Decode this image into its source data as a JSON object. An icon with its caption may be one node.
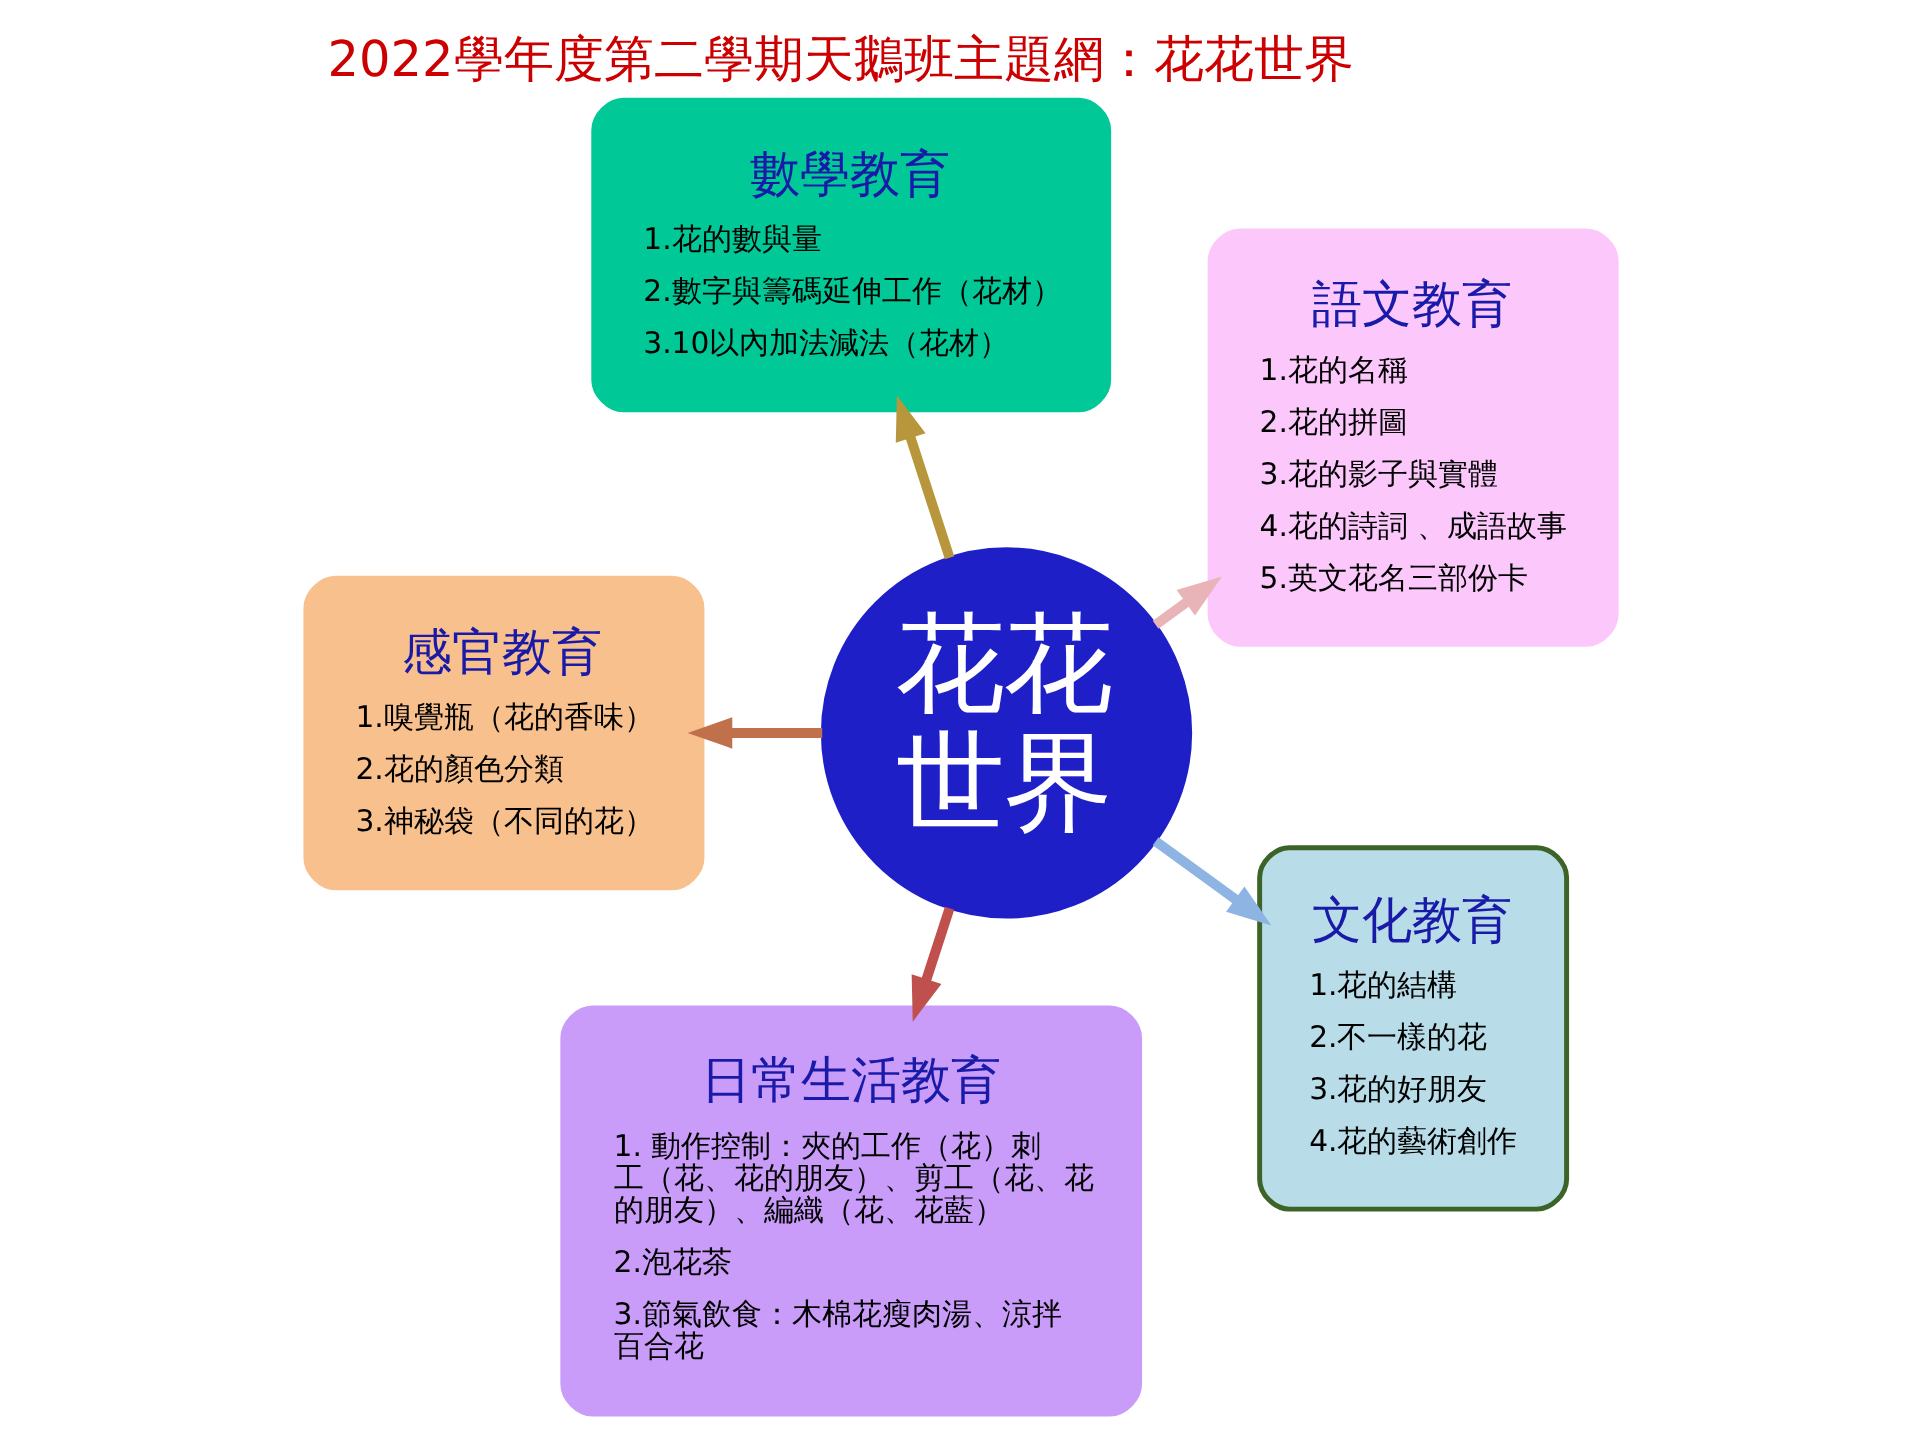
{
  "diagram": {
    "title": "2022學年度第二學期天鵝班主題網：花花世界",
    "nodes": [
      {
        "text": [
          "花花世界"
        ]
      },
      {
        "text": [
          "感官教育",
          "1.嗅覺瓶（花的香味）",
          "2.花的顏色分類",
          "3.神秘袋（不同的花）"
        ]
      },
      {
        "text": [
          "數學教育",
          "1.花的數與量",
          "2.數字與籌碼延伸工作（花材）",
          "3.10以內加法減法（花材）"
        ]
      },
      {
        "text": [
          "語文教育",
          "1.花的名稱",
          "2.花的拼圖",
          "3.花的影子與實體",
          "4.花的詩詞 、成語故事",
          "5.英文花名三部份卡"
        ]
      },
      {
        "text": [
          "日常生活教育",
          "1. 動作控制：夾的工作（花）刺工（花、花的朋友）、剪工（花、花的朋友）、編織（花、花藍）",
          "2.泡花茶",
          "3.節氣飲食：木棉花瘦肉湯、涼拌百合花"
        ]
      },
      {
        "text": [
          "文化教育",
          "1.花的結構",
          "2.不一樣的花",
          "3.花的好朋友",
          "4.花的藝術創作"
        ]
      }
    ],
    "edges": [
      {
        "from": 0,
        "to": 1,
        "arrow": "to",
        "color": "#c0704a"
      },
      {
        "from": 0,
        "to": 2,
        "arrow": "to",
        "color": "#b8963c"
      },
      {
        "from": 0,
        "to": 3,
        "arrow": "to",
        "color": "#e8b4b8"
      },
      {
        "from": 0,
        "to": 4,
        "arrow": "to",
        "color": "#c0504d"
      },
      {
        "from": 0,
        "to": 5,
        "arrow": "to",
        "color": "#8db4e2"
      }
    ]
  }
}
